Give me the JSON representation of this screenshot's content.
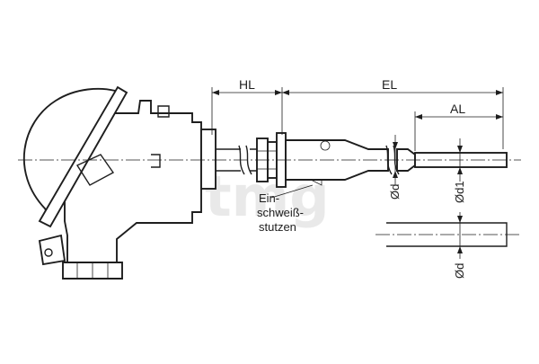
{
  "diagram": {
    "labels": {
      "hl": "HL",
      "el": "EL",
      "al": "AL",
      "weld_line1": "Ein-",
      "weld_line2": "schweiß-",
      "weld_line3": "stutzen",
      "dim_d": "Ød",
      "dim_d1": "Ød1",
      "dim_d_lower": "Ød"
    },
    "watermark": "tmg",
    "colors": {
      "line": "#1e1e1e",
      "watermark": "#e9e9e9",
      "background": "#ffffff"
    }
  }
}
